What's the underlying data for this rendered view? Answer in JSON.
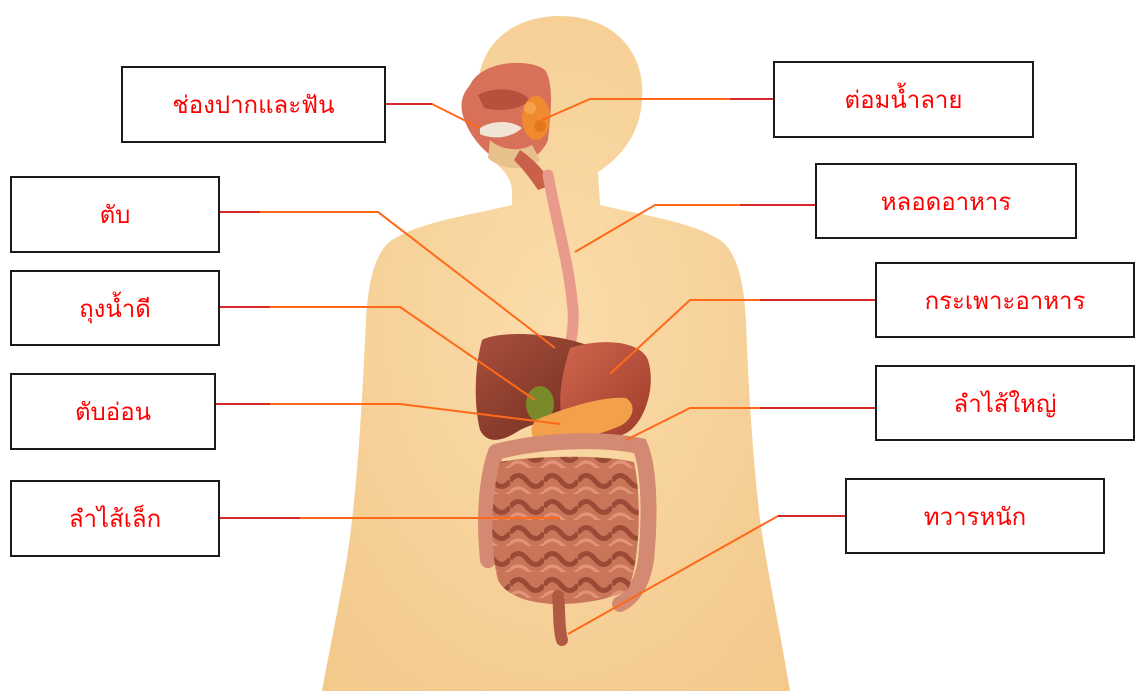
{
  "colors": {
    "label_text": "#ff0000",
    "box_border": "#1a1a1a",
    "leader_line": "#ff6a1a",
    "leader_stub": "#d42a2a",
    "skin": "#f6d29a"
  },
  "labels": {
    "mouth": "ช่องปากและฟัน",
    "salivary": "ต่อมน้ำลาย",
    "liver": "ตับ",
    "esophagus": "หลอดอาหาร",
    "gallbladder": "ถุงน้ำดี",
    "stomach": "กระเพาะอาหาร",
    "pancreas": "ตับอ่อน",
    "large_intestine": "ลำไส้ใหญ่",
    "small_intestine": "ลำไส้เล็ก",
    "anus": "ทวารหนัก"
  }
}
